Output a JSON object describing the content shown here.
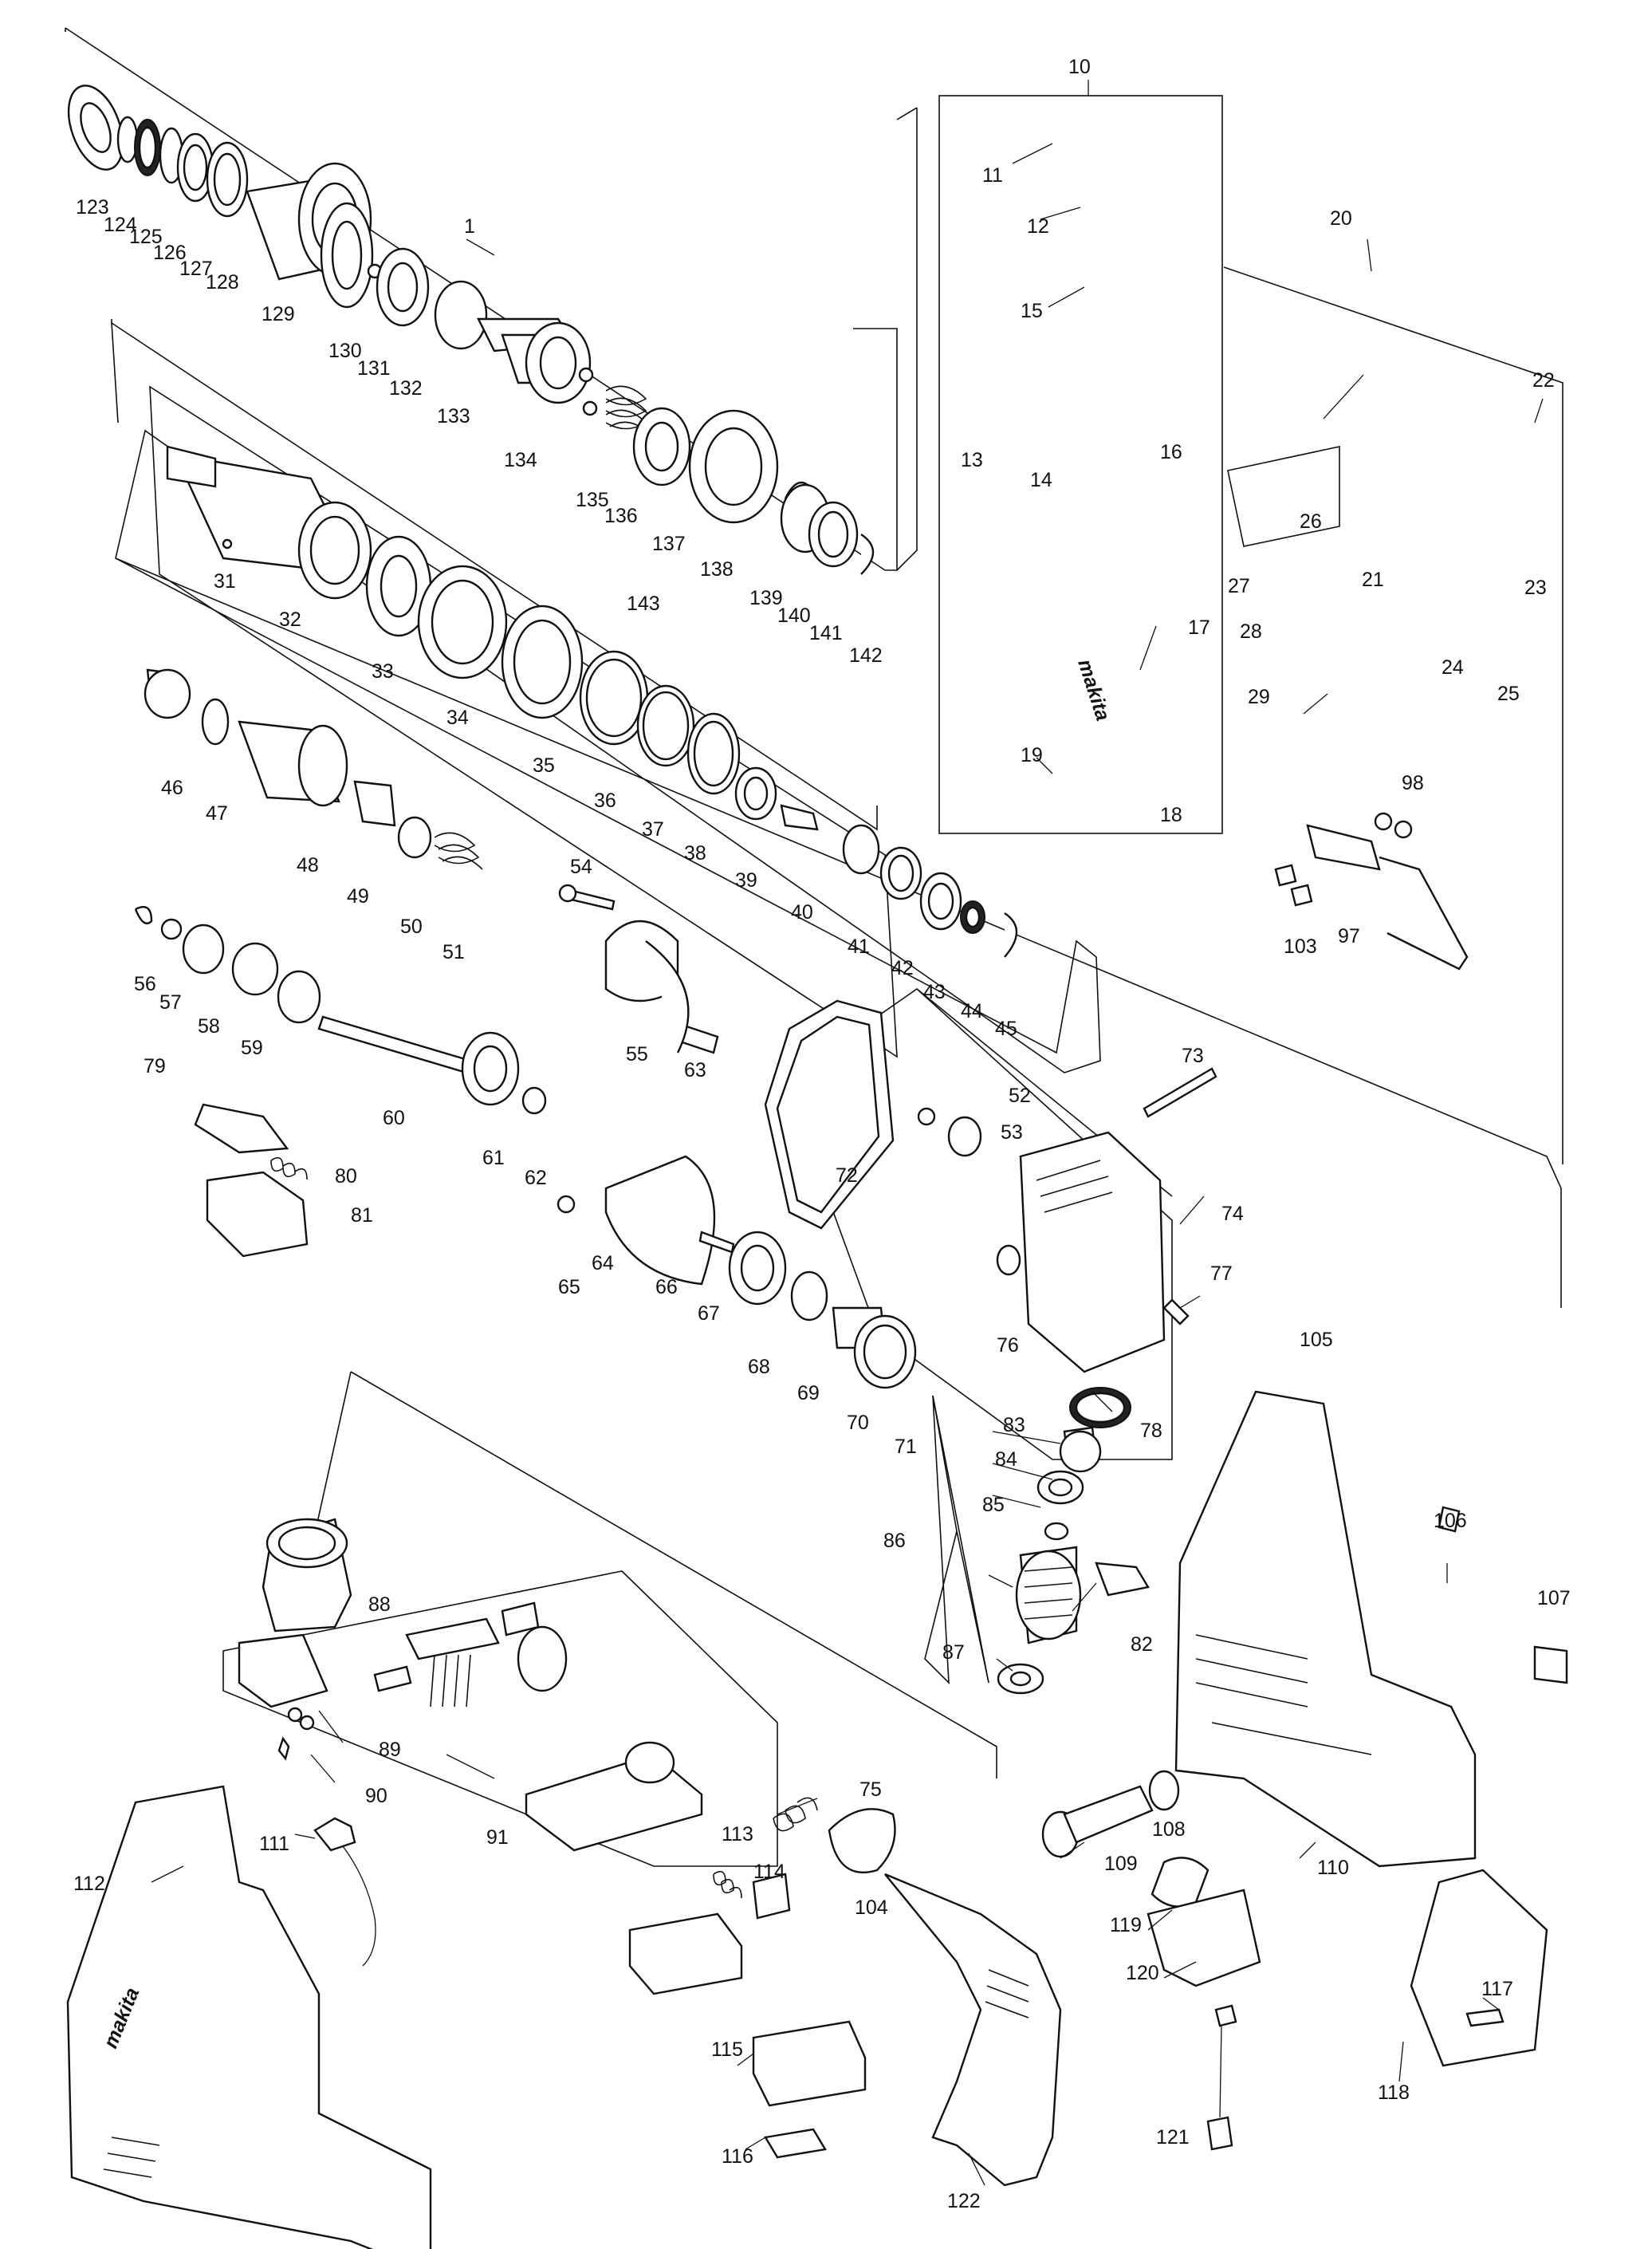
{
  "brand_marks": [
    "makita",
    "makita"
  ],
  "labels": [
    {
      "id": "1",
      "text": "1"
    },
    {
      "id": "10",
      "text": "10"
    },
    {
      "id": "11",
      "text": "11"
    },
    {
      "id": "12",
      "text": "12"
    },
    {
      "id": "13",
      "text": "13"
    },
    {
      "id": "14",
      "text": "14"
    },
    {
      "id": "15",
      "text": "15"
    },
    {
      "id": "16",
      "text": "16"
    },
    {
      "id": "17",
      "text": "17"
    },
    {
      "id": "18",
      "text": "18"
    },
    {
      "id": "19",
      "text": "19"
    },
    {
      "id": "20",
      "text": "20"
    },
    {
      "id": "21",
      "text": "21"
    },
    {
      "id": "22",
      "text": "22"
    },
    {
      "id": "23",
      "text": "23"
    },
    {
      "id": "24",
      "text": "24"
    },
    {
      "id": "25",
      "text": "25"
    },
    {
      "id": "26",
      "text": "26"
    },
    {
      "id": "27",
      "text": "27"
    },
    {
      "id": "28",
      "text": "28"
    },
    {
      "id": "29",
      "text": "29"
    },
    {
      "id": "31",
      "text": "31"
    },
    {
      "id": "32",
      "text": "32"
    },
    {
      "id": "33",
      "text": "33"
    },
    {
      "id": "34",
      "text": "34"
    },
    {
      "id": "35",
      "text": "35"
    },
    {
      "id": "36",
      "text": "36"
    },
    {
      "id": "37",
      "text": "37"
    },
    {
      "id": "38",
      "text": "38"
    },
    {
      "id": "39",
      "text": "39"
    },
    {
      "id": "40",
      "text": "40"
    },
    {
      "id": "41",
      "text": "41"
    },
    {
      "id": "42",
      "text": "42"
    },
    {
      "id": "43",
      "text": "43"
    },
    {
      "id": "44",
      "text": "44"
    },
    {
      "id": "45",
      "text": "45"
    },
    {
      "id": "46",
      "text": "46"
    },
    {
      "id": "47",
      "text": "47"
    },
    {
      "id": "48",
      "text": "48"
    },
    {
      "id": "49",
      "text": "49"
    },
    {
      "id": "50",
      "text": "50"
    },
    {
      "id": "51",
      "text": "51"
    },
    {
      "id": "52",
      "text": "52"
    },
    {
      "id": "53",
      "text": "53"
    },
    {
      "id": "54",
      "text": "54"
    },
    {
      "id": "55",
      "text": "55"
    },
    {
      "id": "56",
      "text": "56"
    },
    {
      "id": "57",
      "text": "57"
    },
    {
      "id": "58",
      "text": "58"
    },
    {
      "id": "59",
      "text": "59"
    },
    {
      "id": "60",
      "text": "60"
    },
    {
      "id": "61",
      "text": "61"
    },
    {
      "id": "62",
      "text": "62"
    },
    {
      "id": "63",
      "text": "63"
    },
    {
      "id": "64",
      "text": "64"
    },
    {
      "id": "65",
      "text": "65"
    },
    {
      "id": "66",
      "text": "66"
    },
    {
      "id": "67",
      "text": "67"
    },
    {
      "id": "68",
      "text": "68"
    },
    {
      "id": "69",
      "text": "69"
    },
    {
      "id": "70",
      "text": "70"
    },
    {
      "id": "71",
      "text": "71"
    },
    {
      "id": "72",
      "text": "72"
    },
    {
      "id": "73",
      "text": "73"
    },
    {
      "id": "74",
      "text": "74"
    },
    {
      "id": "75",
      "text": "75"
    },
    {
      "id": "76",
      "text": "76"
    },
    {
      "id": "77",
      "text": "77"
    },
    {
      "id": "78",
      "text": "78"
    },
    {
      "id": "79",
      "text": "79"
    },
    {
      "id": "80",
      "text": "80"
    },
    {
      "id": "81",
      "text": "81"
    },
    {
      "id": "82",
      "text": "82"
    },
    {
      "id": "83",
      "text": "83"
    },
    {
      "id": "84",
      "text": "84"
    },
    {
      "id": "85",
      "text": "85"
    },
    {
      "id": "86",
      "text": "86"
    },
    {
      "id": "87",
      "text": "87"
    },
    {
      "id": "88",
      "text": "88"
    },
    {
      "id": "89",
      "text": "89"
    },
    {
      "id": "90",
      "text": "90"
    },
    {
      "id": "91",
      "text": "91"
    },
    {
      "id": "97",
      "text": "97"
    },
    {
      "id": "98",
      "text": "98"
    },
    {
      "id": "103",
      "text": "103"
    },
    {
      "id": "104",
      "text": "104"
    },
    {
      "id": "105",
      "text": "105"
    },
    {
      "id": "106",
      "text": "106"
    },
    {
      "id": "107",
      "text": "107"
    },
    {
      "id": "108",
      "text": "108"
    },
    {
      "id": "109",
      "text": "109"
    },
    {
      "id": "110",
      "text": "110"
    },
    {
      "id": "111",
      "text": "111"
    },
    {
      "id": "112",
      "text": "112"
    },
    {
      "id": "113",
      "text": "113"
    },
    {
      "id": "114",
      "text": "114"
    },
    {
      "id": "115",
      "text": "115"
    },
    {
      "id": "116",
      "text": "116"
    },
    {
      "id": "117",
      "text": "117"
    },
    {
      "id": "118",
      "text": "118"
    },
    {
      "id": "119",
      "text": "119"
    },
    {
      "id": "120",
      "text": "120"
    },
    {
      "id": "121",
      "text": "121"
    },
    {
      "id": "122",
      "text": "122"
    },
    {
      "id": "123",
      "text": "123"
    },
    {
      "id": "124",
      "text": "124"
    },
    {
      "id": "125",
      "text": "125"
    },
    {
      "id": "126",
      "text": "126"
    },
    {
      "id": "127",
      "text": "127"
    },
    {
      "id": "128",
      "text": "128"
    },
    {
      "id": "129",
      "text": "129"
    },
    {
      "id": "130",
      "text": "130"
    },
    {
      "id": "131",
      "text": "131"
    },
    {
      "id": "132",
      "text": "132"
    },
    {
      "id": "133",
      "text": "133"
    },
    {
      "id": "134",
      "text": "134"
    },
    {
      "id": "135",
      "text": "135"
    },
    {
      "id": "136",
      "text": "136"
    },
    {
      "id": "137",
      "text": "137"
    },
    {
      "id": "138",
      "text": "138"
    },
    {
      "id": "139",
      "text": "139"
    },
    {
      "id": "140",
      "text": "140"
    },
    {
      "id": "141",
      "text": "141"
    },
    {
      "id": "142",
      "text": "142"
    },
    {
      "id": "143",
      "text": "143"
    }
  ]
}
